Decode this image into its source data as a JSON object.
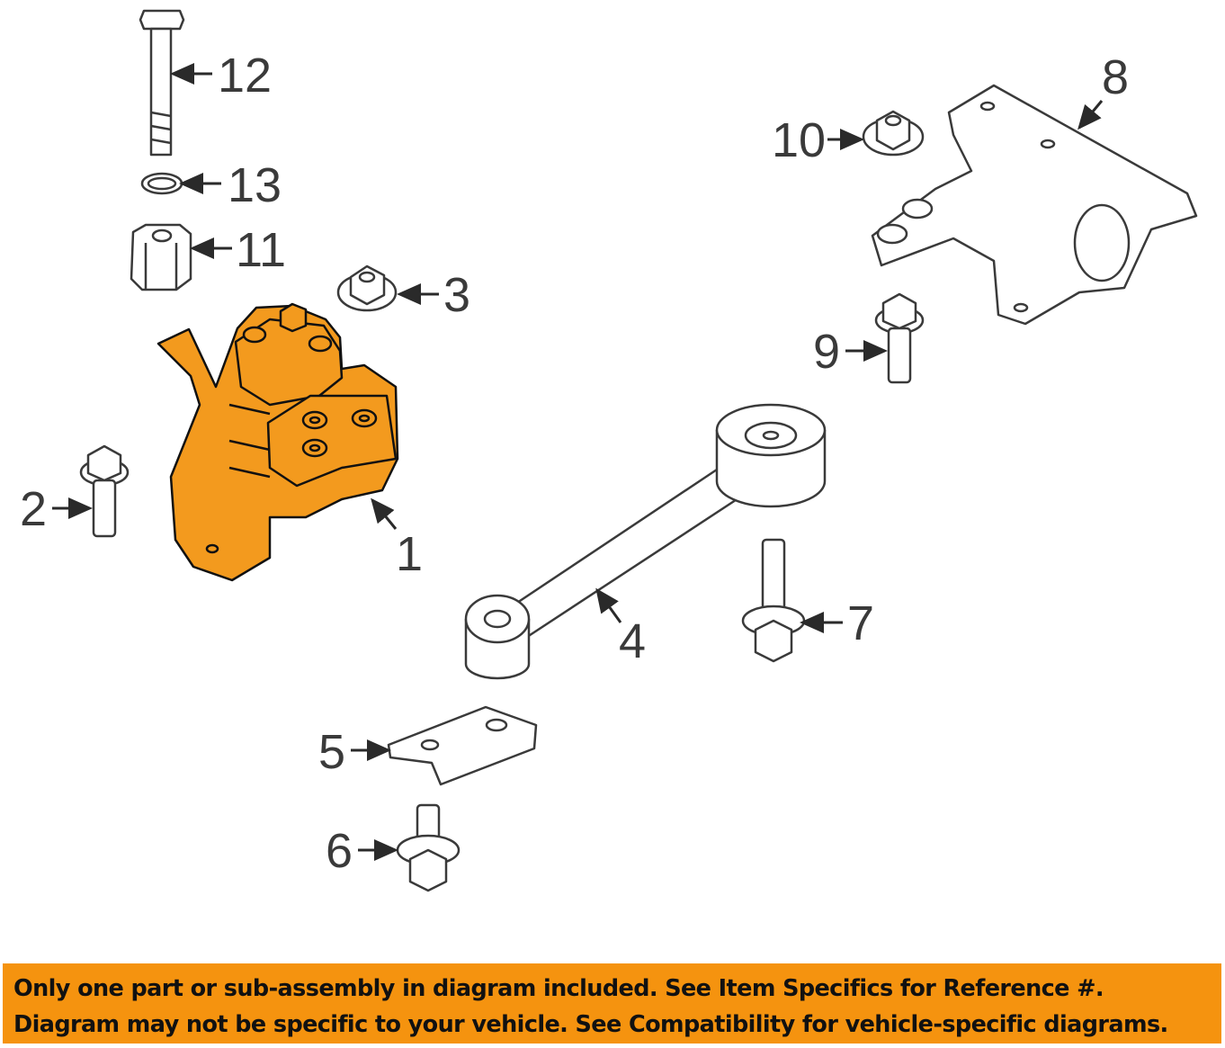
{
  "diagram": {
    "callouts": {
      "c1": "1",
      "c2": "2",
      "c3": "3",
      "c4": "4",
      "c5": "5",
      "c6": "6",
      "c7": "7",
      "c8": "8",
      "c9": "9",
      "c10": "10",
      "c11": "11",
      "c12": "12",
      "c13": "13"
    },
    "highlight_color": "#F39A1E"
  },
  "banner": {
    "line1": "Only one part or sub-assembly in diagram included. See Item Specifics for Reference #.",
    "line2": "Diagram may not be specific to your vehicle. See Compatibility for vehicle-specific diagrams.",
    "color": "#F5930F"
  }
}
